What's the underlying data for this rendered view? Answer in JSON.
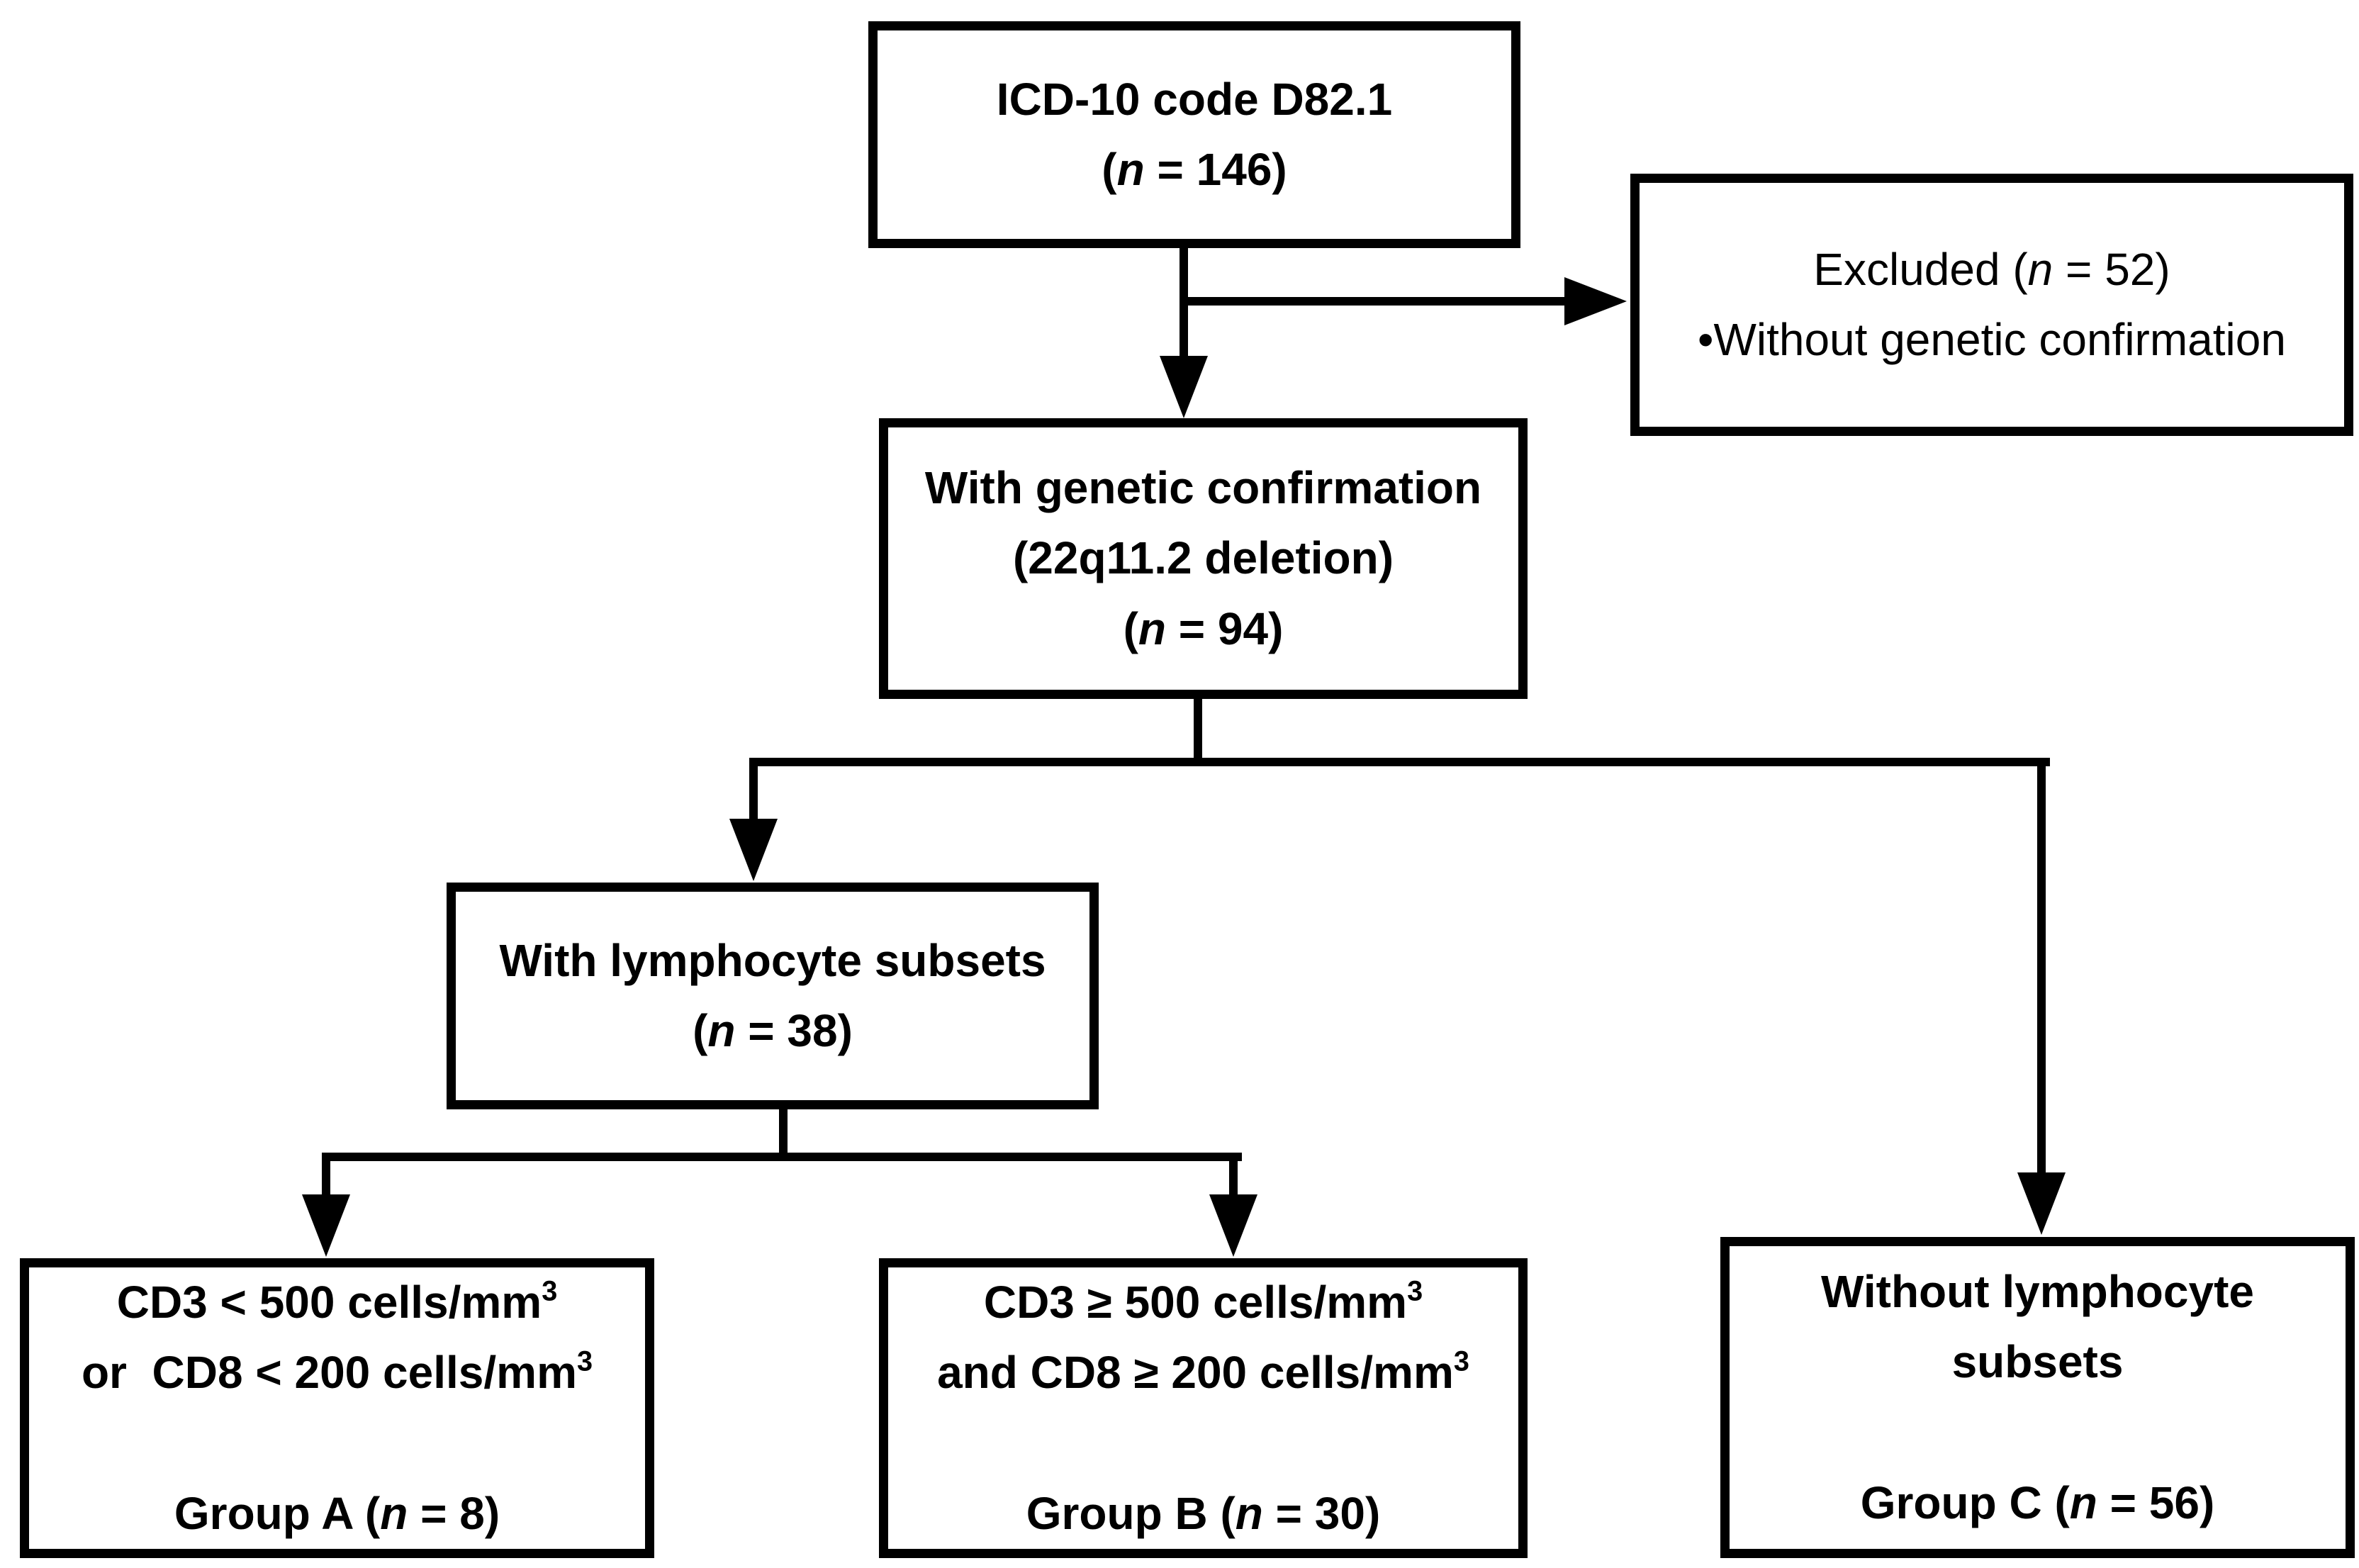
{
  "page": {
    "background_color": "#ffffff",
    "ink_color": "#000000",
    "type": "study-flow-diagram"
  },
  "flowchart": {
    "boxes": {
      "icd": {
        "lines": [
          {
            "runs": [
              {
                "t": "ICD-10 code D82.1"
              }
            ]
          },
          {
            "runs": [
              {
                "t": "("
              },
              {
                "t": "n",
                "i": true
              },
              {
                "t": " = 146)"
              }
            ]
          }
        ]
      },
      "excluded": {
        "lines": [
          {
            "runs": [
              {
                "t": "Excluded ("
              },
              {
                "t": "n",
                "i": true
              },
              {
                "t": " = 52)"
              }
            ]
          },
          {
            "runs": [
              {
                "t": "•Without genetic confirmation"
              }
            ]
          }
        ]
      },
      "genetic": {
        "lines": [
          {
            "runs": [
              {
                "t": "With genetic confirmation"
              }
            ]
          },
          {
            "runs": [
              {
                "t": "(22q11.2 deletion)"
              }
            ]
          },
          {
            "runs": [
              {
                "t": "("
              },
              {
                "t": "n",
                "i": true
              },
              {
                "t": " = 94)"
              }
            ]
          }
        ]
      },
      "lymph": {
        "lines": [
          {
            "runs": [
              {
                "t": "With lymphocyte subsets"
              }
            ]
          },
          {
            "runs": [
              {
                "t": "("
              },
              {
                "t": "n",
                "i": true
              },
              {
                "t": " = 38)"
              }
            ]
          }
        ]
      },
      "groupA": {
        "lines": [
          {
            "runs": [
              {
                "t": "CD3 < 500 cells/mm"
              },
              {
                "t": "3",
                "sup": true
              }
            ]
          },
          {
            "runs": [
              {
                "t": "or  CD8 < 200 cells/mm"
              },
              {
                "t": "3",
                "sup": true
              }
            ]
          },
          {
            "runs": []
          },
          {
            "runs": [
              {
                "t": "Group A ("
              },
              {
                "t": "n",
                "i": true
              },
              {
                "t": " = 8)"
              }
            ]
          }
        ]
      },
      "groupB": {
        "lines": [
          {
            "runs": [
              {
                "t": "CD3 ≥ 500 cells/mm"
              },
              {
                "t": "3",
                "sup": true
              }
            ]
          },
          {
            "runs": [
              {
                "t": "and CD8 ≥ 200 cells/mm"
              },
              {
                "t": "3",
                "sup": true
              }
            ]
          },
          {
            "runs": []
          },
          {
            "runs": [
              {
                "t": "Group B ("
              },
              {
                "t": "n",
                "i": true
              },
              {
                "t": " = 30)"
              }
            ]
          }
        ]
      },
      "groupC": {
        "lines": [
          {
            "runs": [
              {
                "t": "Without lymphocyte"
              }
            ]
          },
          {
            "runs": [
              {
                "t": "subsets"
              }
            ]
          },
          {
            "runs": []
          },
          {
            "runs": [
              {
                "t": "Group C ("
              },
              {
                "t": "n",
                "i": true
              },
              {
                "t": " = 56)"
              }
            ]
          }
        ]
      }
    }
  }
}
